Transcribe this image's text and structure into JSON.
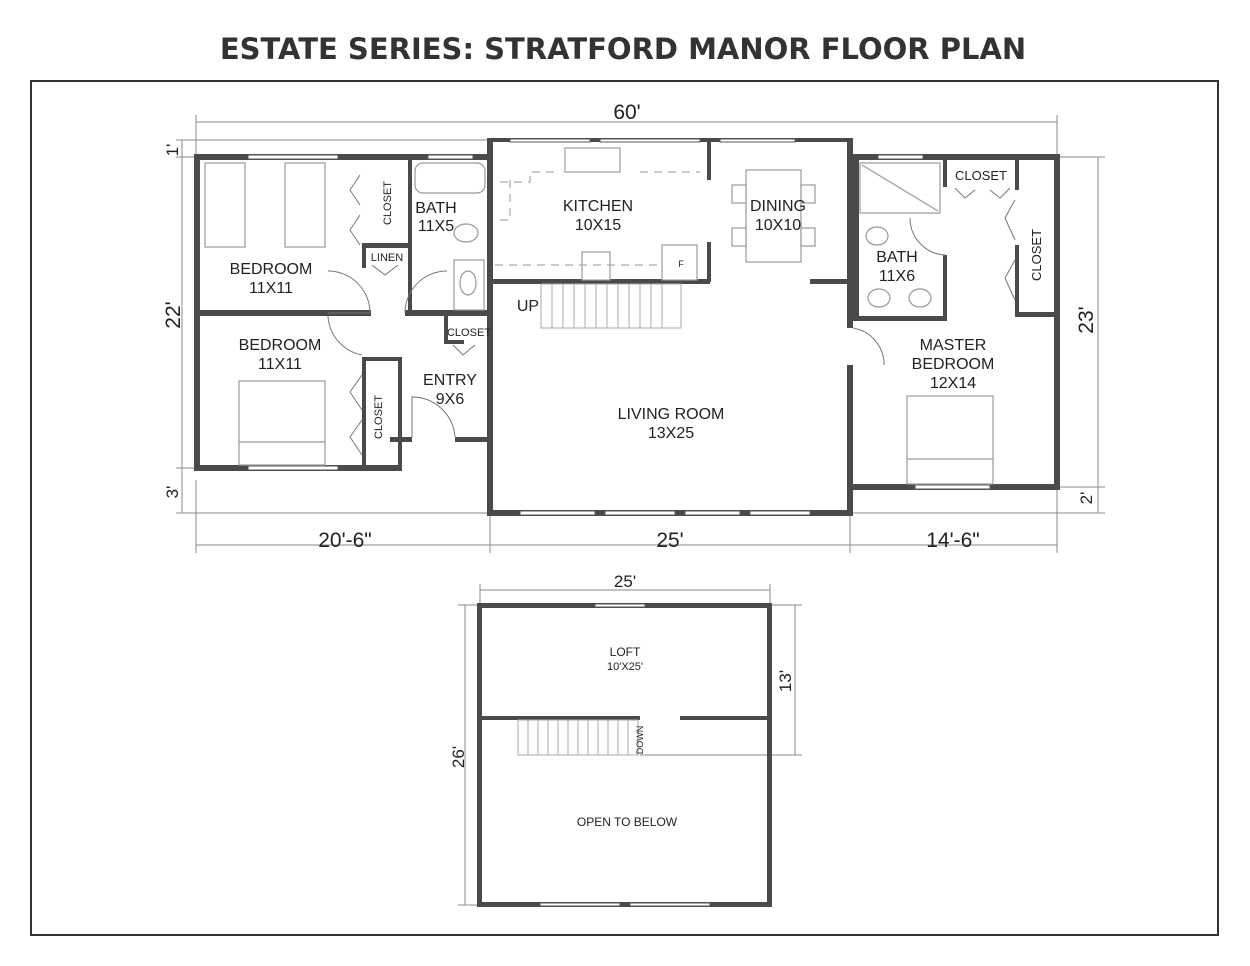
{
  "title": "ESTATE SERIES: STRATFORD MANOR FLOOR PLAN",
  "main_floor": {
    "rooms": {
      "bedroom1": {
        "name": "BEDROOM",
        "size": "11X11"
      },
      "bedroom2": {
        "name": "BEDROOM",
        "size": "11X11"
      },
      "bath1": {
        "name": "BATH",
        "size": "11X5"
      },
      "linen": "LINEN",
      "closet_bed1": "CLOSET",
      "closet_bed2": "CLOSET",
      "closet_entry": "CLOSET",
      "entry": {
        "name": "ENTRY",
        "size": "9X6"
      },
      "kitchen": {
        "name": "KITCHEN",
        "size": "10X15"
      },
      "fridge": "F",
      "dining": {
        "name": "DINING",
        "size": "10X10"
      },
      "stairs_up": "UP",
      "living": {
        "name": "LIVING ROOM",
        "size": "13X25"
      },
      "bath2": {
        "name": "BATH",
        "size": "11X6"
      },
      "closet_master_top": "CLOSET",
      "closet_master_side": "CLOSET",
      "master": {
        "name": "MASTER",
        "name2": "BEDROOM",
        "size": "12X14"
      }
    },
    "dimensions": {
      "top": "60'",
      "left_top": "1'",
      "left": "22'",
      "left_bottom": "3'",
      "bottom_left": "20'-6\"",
      "bottom_center": "25'",
      "bottom_right": "14'-6\"",
      "right": "23'",
      "right_bottom": "2'"
    }
  },
  "loft": {
    "name": "LOFT",
    "size": "10'X25'",
    "open": "OPEN TO BELOW",
    "stairs_down": "DOWN",
    "dimensions": {
      "top": "25'",
      "right": "13'",
      "left": "26'"
    }
  }
}
